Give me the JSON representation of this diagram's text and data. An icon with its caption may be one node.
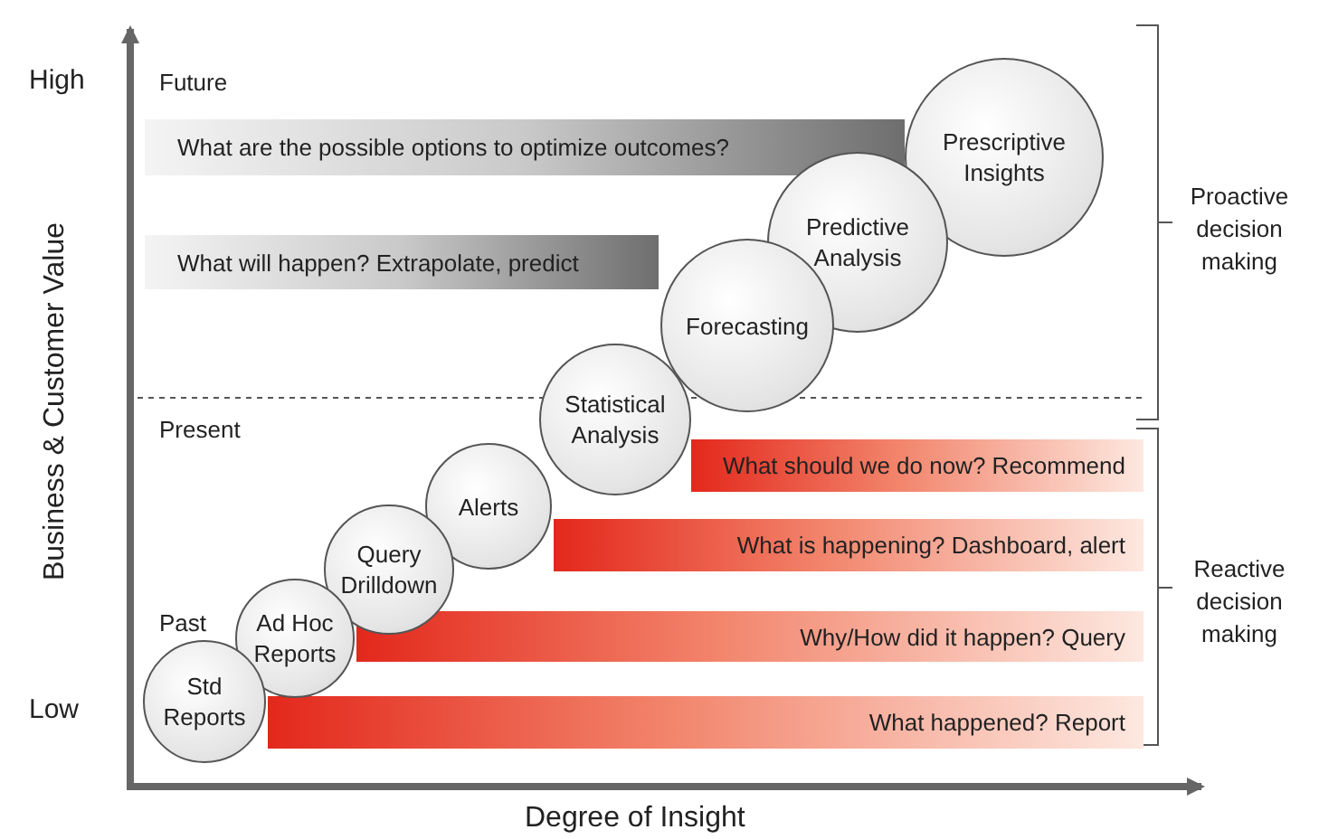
{
  "diagram": {
    "nodes": [
      {
        "text": [
          "Prescriptive Insights"
        ]
      },
      {
        "text": [
          "What are the possible options to optimize outcomes?"
        ]
      },
      {
        "text": [
          "Predictive Analysis"
        ]
      },
      {
        "text": [
          "What will happen? Extrapolate, predict"
        ]
      },
      {
        "text": [
          "Forecasting"
        ]
      },
      {
        "text": [
          "Statistical Analysis"
        ]
      },
      {
        "text": [
          "What should we do now? Recommend"
        ]
      },
      {
        "text": [
          "Alerts"
        ]
      },
      {
        "text": [
          "What is happening? Dashboard, alert"
        ]
      },
      {
        "text": [
          "Query Drilldown"
        ]
      },
      {
        "text": [
          "Ad Hoc Reports"
        ]
      },
      {
        "text": [
          "Why/How did it happen? Query"
        ]
      },
      {
        "text": [
          "Std Reports"
        ]
      },
      {
        "text": [
          "What happened? Report"
        ]
      }
    ],
    "labels": [
      "High",
      "Future",
      "Proactive decision making",
      "Present",
      "Reactive decision making",
      "Past",
      "Low",
      "Business & Customer Value",
      "Degree of Insight"
    ]
  }
}
